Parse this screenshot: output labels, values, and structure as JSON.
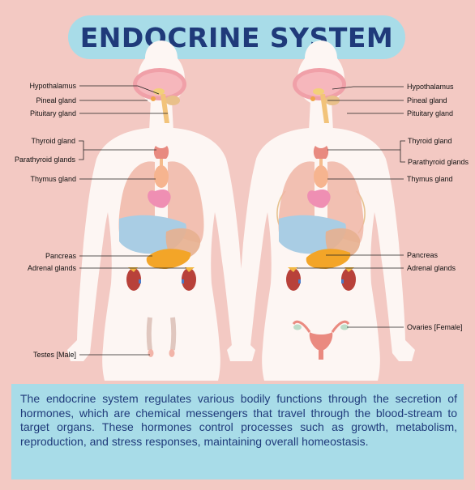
{
  "title": "ENDOCRINE SYSTEM",
  "male_labels": {
    "hypothalamus": "Hypothalamus",
    "pineal": "Pineal gland",
    "pituitary": "Pituitary gland",
    "thyroid": "Thyroid gland",
    "parathyroid": "Parathyroid glands",
    "thymus": "Thymus gland",
    "pancreas": "Pancreas",
    "adrenal": "Adrenal glands",
    "testes": "Testes [Male]"
  },
  "female_labels": {
    "hypothalamus": "Hypothalamus",
    "pineal": "Pineal gland",
    "pituitary": "Pituitary gland",
    "thyroid": "Thyroid gland",
    "parathyroid": "Parathyroid glands",
    "thymus": "Thymus gland",
    "pancreas": "Pancreas",
    "adrenal": "Adrenal glands",
    "ovaries": "Ovaries [Female]"
  },
  "caption": "The endocrine system regulates various bodily functions through the secretion of hormones, which are chemical messengers that travel through the blood-stream to target organs. These hormones control processes such as growth, metabolism, reproduction, and stress responses, maintaining overall homeostasis.",
  "colors": {
    "background": "#f3c9c3",
    "panel": "#a8dce8",
    "title_text": "#1f3a7a",
    "body": "#fdf6f3"
  }
}
